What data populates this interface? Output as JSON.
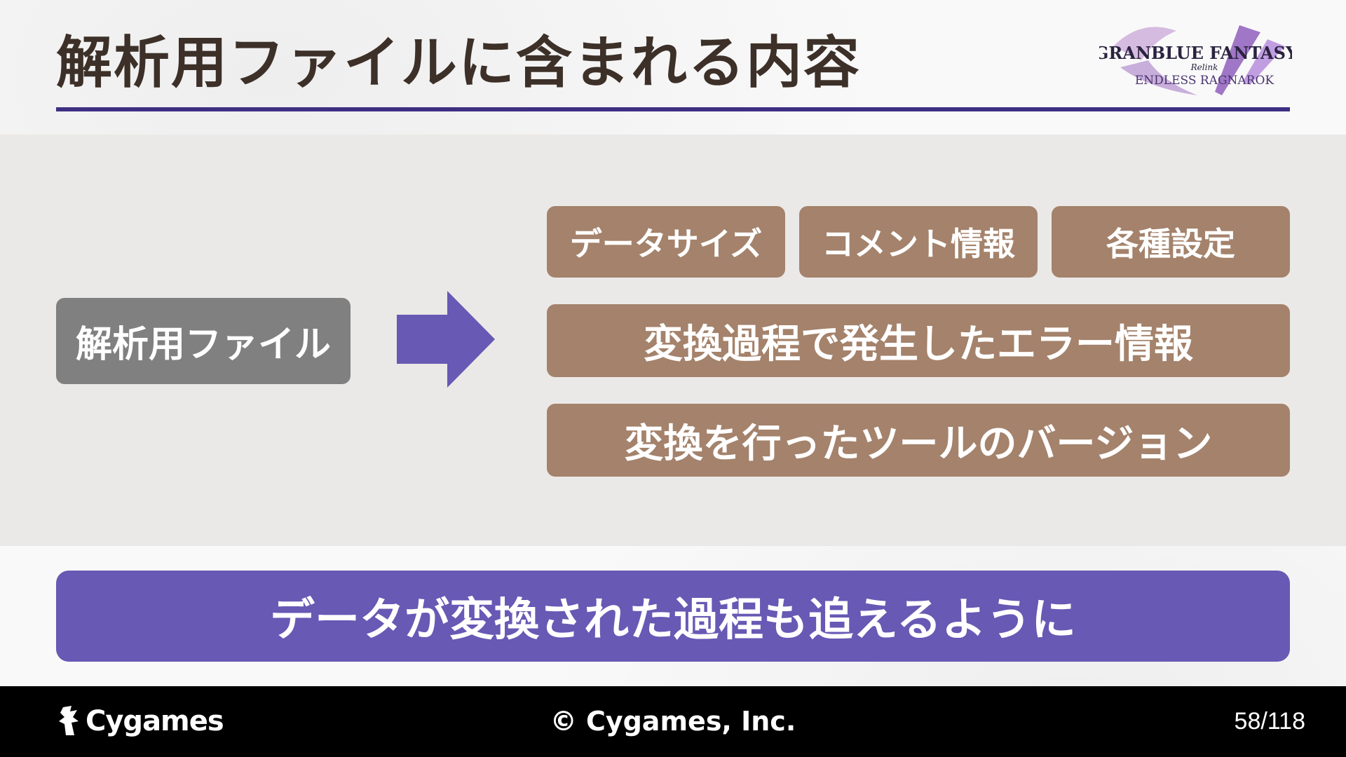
{
  "slide": {
    "title": "解析用ファイルに含まれる内容",
    "logo_text": {
      "line1": "GRANBLUE FANTASY",
      "line2": "Relink",
      "line3": "ENDLESS RAGNAROK"
    }
  },
  "diagram": {
    "source": "解析用ファイル",
    "contents": [
      "データサイズ",
      "コメント情報",
      "各種設定",
      "変換過程で発生したエラー情報",
      "変換を行ったツールのバージョン"
    ]
  },
  "summary": "データが変換された過程も追えるように",
  "footer": {
    "brand": "Cygames",
    "copyright": "© Cygames, Inc.",
    "page": "58/118"
  },
  "colors": {
    "title_text": "#3c3028",
    "title_rule": "#3e2f82",
    "content_band": "#ebe9e7",
    "source_box": "#808080",
    "arrow": "#6759b4",
    "tag": "#a4826b",
    "summary_bar": "#6759b4",
    "footer_bg": "#000000"
  },
  "icons": {
    "arrow": "right-arrow-icon",
    "brand": "cygames-mascot-icon"
  }
}
